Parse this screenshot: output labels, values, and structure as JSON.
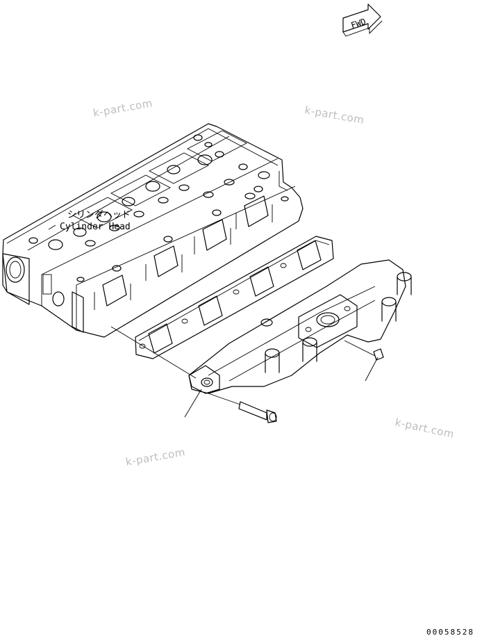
{
  "fwd_arrow": {
    "text": "FWD"
  },
  "cylinder_head_label": {
    "jp": "シリンダヘッド",
    "en": "Cylinder Head"
  },
  "watermarks": [
    "k-part.com",
    "k-part.com",
    "k-part.com",
    "k-part.com"
  ],
  "document_number": "00058528"
}
